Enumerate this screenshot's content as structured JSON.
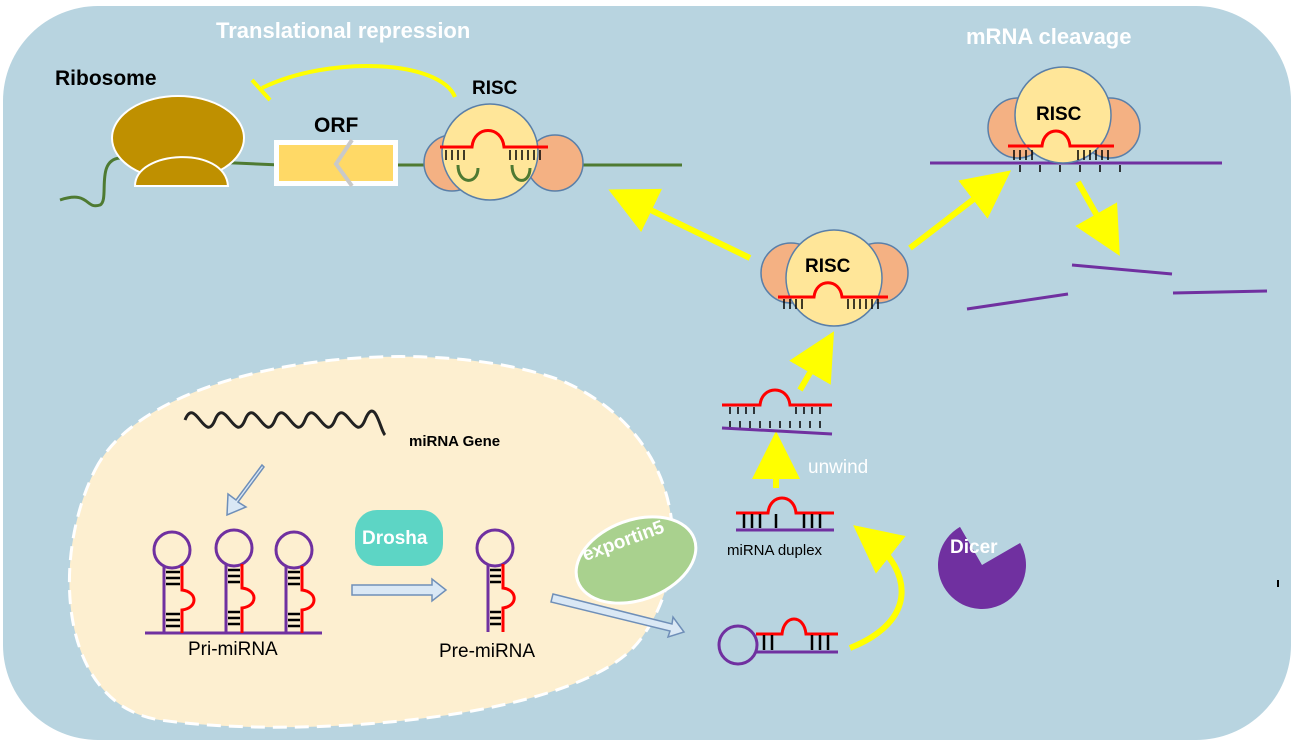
{
  "labels": {
    "translational_repression": "Translational repression",
    "mrna_cleavage": "mRNA cleavage",
    "ribosome": "Ribosome",
    "orf": "ORF",
    "risc_top": "RISC",
    "risc_right": "RISC",
    "risc_middle": "RISC",
    "mirna_gene": "miRNA Gene",
    "drosha": "Drosha",
    "exportin5": "exportin5",
    "pri_mirna": "Pri-miRNA",
    "pre_mirna": "Pre-miRNA",
    "unwind": "unwind",
    "mirna_duplex": "miRNA duplex",
    "dicer": "Dicer"
  },
  "colors": {
    "background_cell": "#b8d4e0",
    "nucleus": "#fdefd0",
    "mrna_green": "#4e7a32",
    "target_mrna_purple": "#7030a0",
    "mirna_red": "#ff0000",
    "arrow_yellow": "#ffff00",
    "ribosome_gold": "#bf9000",
    "risc_core": "#ffe699",
    "risc_lobe": "#f4b183",
    "drosha_teal": "#5dd5c5",
    "exportin_green": "#a9d18e",
    "dicer_purple": "#7030a0",
    "orf_yellow": "#ffd966"
  },
  "icons": [
    "ribosome-icon",
    "risc-complex-icon",
    "dicer-icon",
    "drosha-icon",
    "exportin5-icon",
    "hairpin-icon",
    "scissor-icon"
  ]
}
